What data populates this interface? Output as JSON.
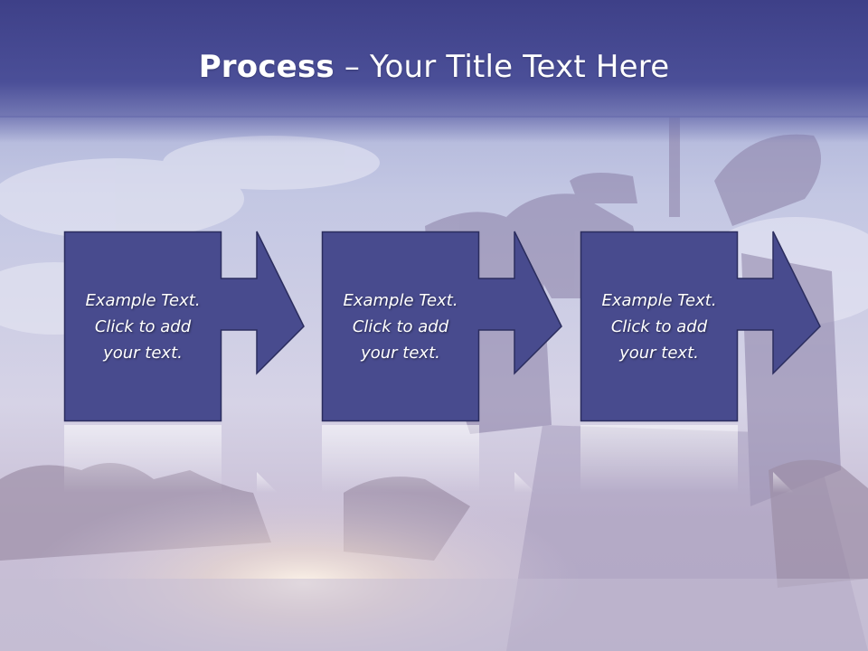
{
  "slide": {
    "title_bold": "Process",
    "title_rest": " – Your Title Text Here",
    "steps": [
      {
        "lines": [
          "Example Text.",
          "Click  to add",
          "your text."
        ]
      },
      {
        "lines": [
          "Example Text.",
          "Click  to add",
          "your text."
        ]
      },
      {
        "lines": [
          "Example Text.",
          "Click  to add",
          "your text."
        ]
      }
    ]
  },
  "colors": {
    "header_band": "#4a4d96",
    "box_fill": "#484b8e",
    "box_border": "#2b2d5e",
    "text": "#ffffff"
  }
}
